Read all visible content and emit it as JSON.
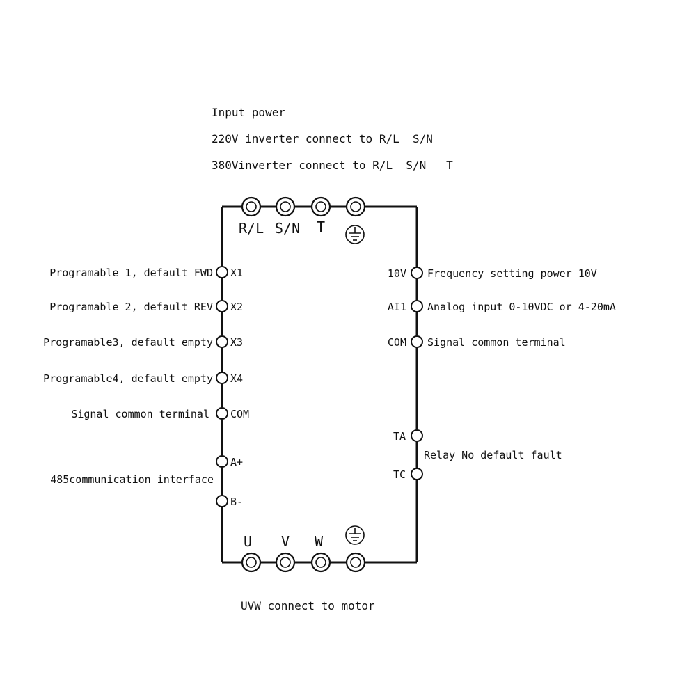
{
  "input_power": {
    "title": "Input power",
    "line_220": "220V inverter connect to R/L  S/N",
    "line_380": "380Vinverter connect to R/L  S/N   T"
  },
  "top_terminals": [
    "R/L",
    "S/N",
    "T"
  ],
  "bottom_terminals": [
    "U",
    "V",
    "W"
  ],
  "left_pins": [
    {
      "pin": "X1",
      "desc": "Programable 1, default FWD"
    },
    {
      "pin": "X2",
      "desc": "Programable 2, default REV"
    },
    {
      "pin": "X3",
      "desc": "Programable3, default empty"
    },
    {
      "pin": "X4",
      "desc": "Programable4, default empty"
    },
    {
      "pin": "COM",
      "desc": "Signal common terminal"
    },
    {
      "pin": "A+",
      "desc": ""
    },
    {
      "pin": "B-",
      "desc": ""
    }
  ],
  "comm_label": "485communication interface",
  "right_pins": [
    {
      "pin": "10V",
      "desc": "Frequency setting power 10V"
    },
    {
      "pin": "AI1",
      "desc": "Analog input 0-10VDC or 4-20mA"
    },
    {
      "pin": "COM",
      "desc": "Signal common terminal"
    },
    {
      "pin": "TA",
      "desc": ""
    },
    {
      "pin": "TC",
      "desc": ""
    }
  ],
  "relay_label": "Relay No default fault",
  "motor_label": "UVW connect to motor",
  "icons": {
    "ground": "ground-icon",
    "terminal": "screw-terminal-icon"
  }
}
